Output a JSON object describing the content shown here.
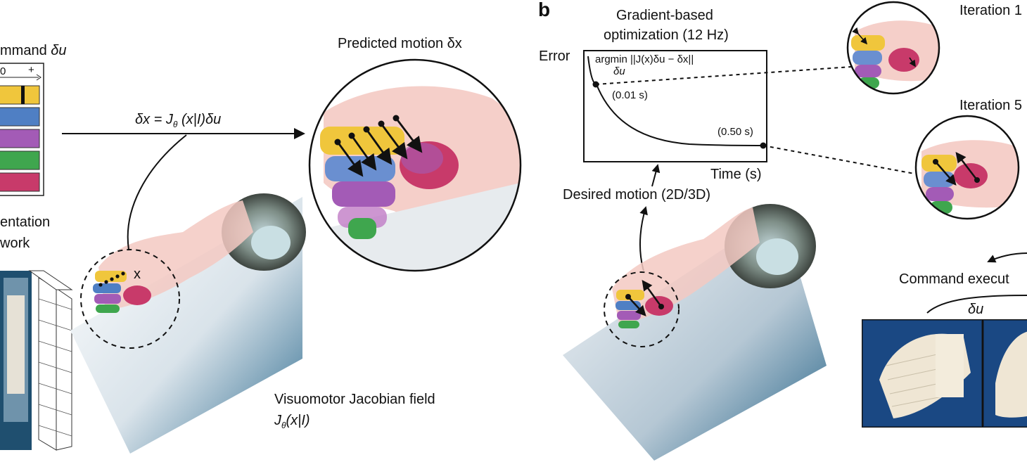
{
  "panel_a": {
    "command_label": "mmand",
    "command_symbol": "δu",
    "slider_zero": "0",
    "slider_plus": "+",
    "segmentation_line1": "entation",
    "segmentation_line2": "work",
    "equation_lhs": "δx = J",
    "equation_sub": "θ",
    "equation_rhs": "(x|I)δu",
    "predicted_label": "Predicted motion δx",
    "point_label": "x",
    "field_title": "Visuomotor Jacobian field",
    "field_formula": "J",
    "field_sub": "θ",
    "field_args": "(x|I)",
    "command_bar_colors": [
      "#f0c63c",
      "#4f7fc4",
      "#a35bb6",
      "#3fa64e",
      "#c83a6a"
    ]
  },
  "panel_b": {
    "letter": "b",
    "gradient_title_line1": "Gradient-based",
    "gradient_title_line2": "optimization (12 Hz)",
    "error_label": "Error",
    "argmin_expr": "argmin ||J(x)δu − δx||",
    "argmin_sub": "δu",
    "t1_label": "(0.01 s)",
    "t2_label": "(0.50 s)",
    "time_label": "Time (s)",
    "desired_label": "Desired motion (2D/3D)",
    "iteration1_label": "Iteration 1",
    "iteration5_label": "Iteration 5",
    "command_exec_label": "Command execut",
    "exec_symbol": "δu"
  }
}
